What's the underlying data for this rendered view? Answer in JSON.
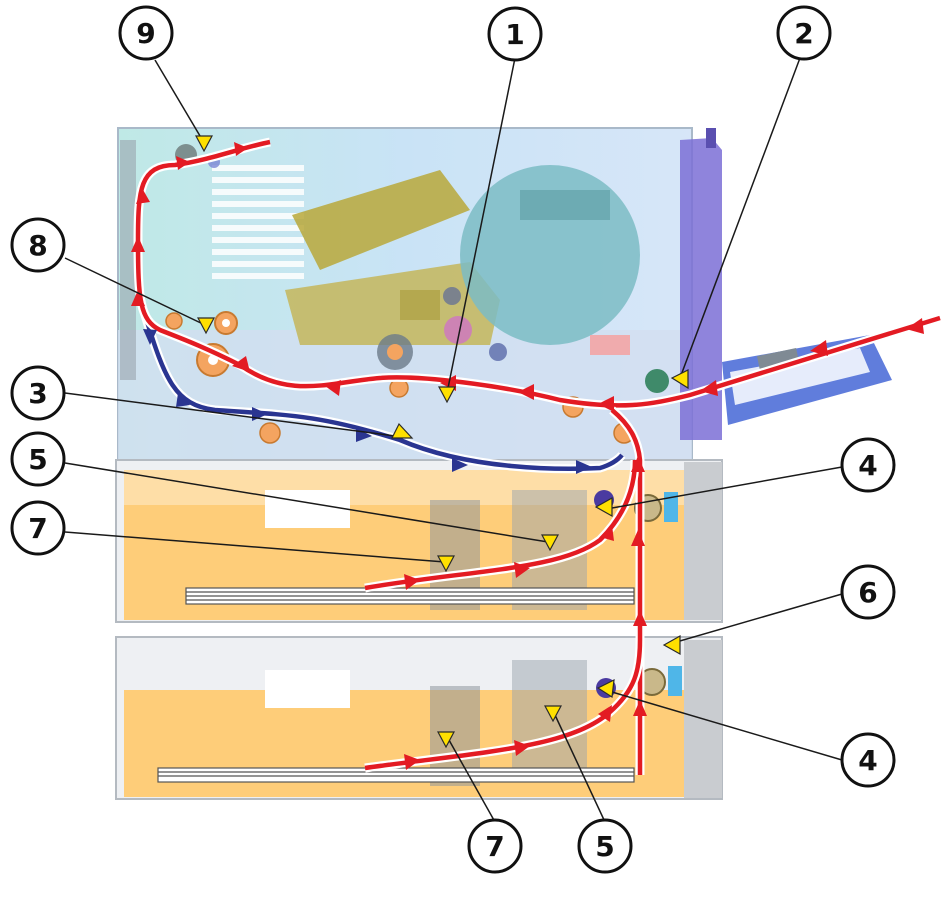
{
  "callouts": [
    {
      "label": "1",
      "meaning": "marker"
    },
    {
      "label": "2"
    },
    {
      "label": "3"
    },
    {
      "label": "4"
    },
    {
      "label": "4"
    },
    {
      "label": "5"
    },
    {
      "label": "5"
    },
    {
      "label": "6"
    },
    {
      "label": "7"
    },
    {
      "label": "7"
    },
    {
      "label": "8"
    },
    {
      "label": "9"
    }
  ],
  "colors": {
    "paper_path": "#e31b23",
    "duplex_path": "#2a3591",
    "marker": "#ffe000",
    "tray_body": "#ffc96b",
    "frame": "#cfe3f2",
    "cover": "#7b6fd6"
  }
}
